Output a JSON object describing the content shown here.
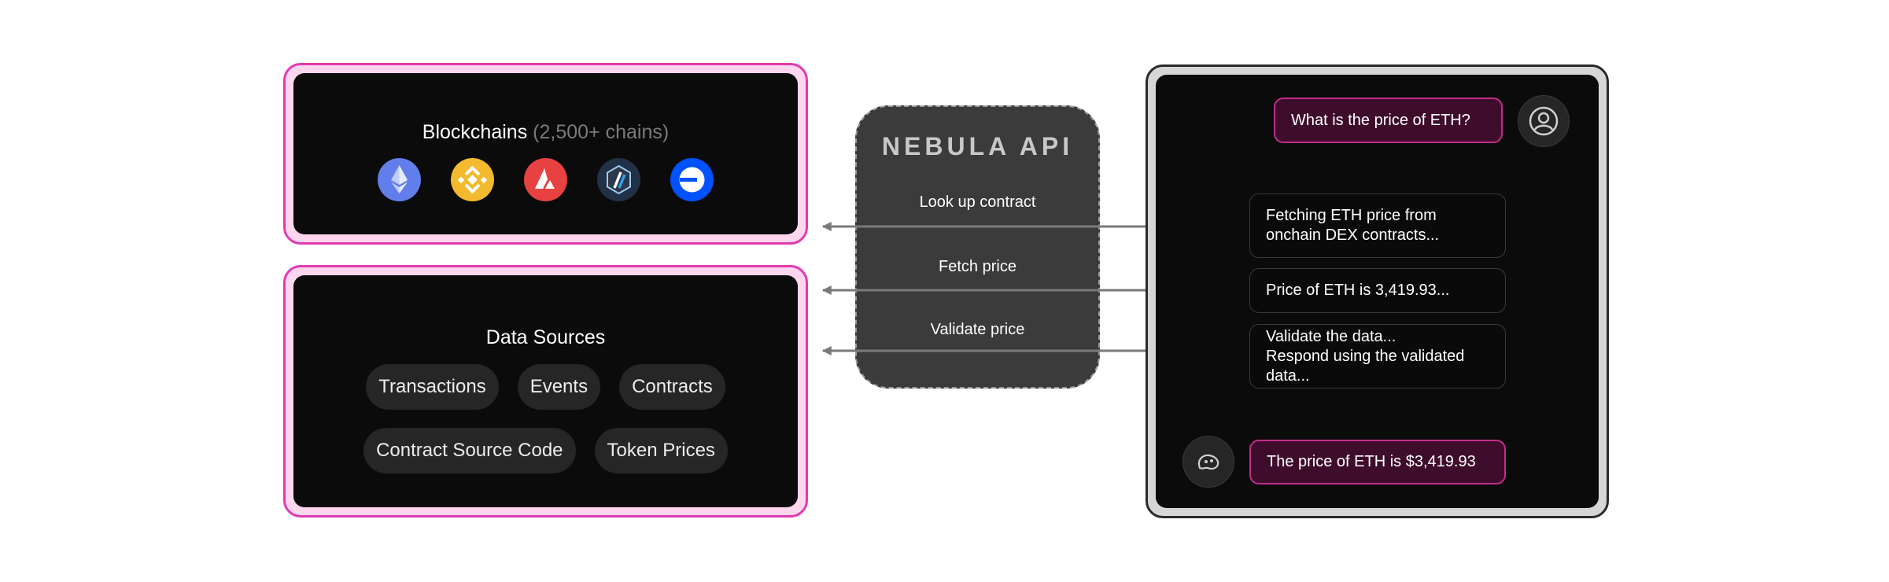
{
  "blockchains": {
    "title": "Blockchains",
    "subtitle": "(2,500+ chains)",
    "chains": [
      {
        "icon": "ethereum-icon",
        "color": "#627eea"
      },
      {
        "icon": "binance-icon",
        "color": "#f3ba2f"
      },
      {
        "icon": "avalanche-icon",
        "color": "#e84142"
      },
      {
        "icon": "arbitrum-icon",
        "color": "#213147"
      },
      {
        "icon": "base-icon",
        "color": "#0052ff"
      }
    ]
  },
  "data_sources": {
    "title": "Data Sources",
    "row1": [
      "Transactions",
      "Events",
      "Contracts"
    ],
    "row2": [
      "Contract Source Code",
      "Token Prices"
    ]
  },
  "api": {
    "title": "NEBULA API",
    "steps": [
      "Look up contract",
      "Fetch price",
      "Validate price"
    ]
  },
  "chat": {
    "user_question": "What is the price of ETH?",
    "steps": [
      [
        "Fetching ETH price from",
        "onchain DEX contracts..."
      ],
      [
        "Price of ETH is 3,419.93..."
      ],
      [
        "Validate the data...",
        "Respond using the validated",
        "data..."
      ]
    ],
    "answer": "The price of ETH is $3,419.93",
    "user_avatar_icon": "user-icon",
    "assistant_avatar_icon": "nebula-icon"
  },
  "colors": {
    "accent_pink": "#e23ab0",
    "panel_bg": "#0b0b0b",
    "api_bg": "#3b3b3b",
    "arrow": "#7a7a7a"
  }
}
